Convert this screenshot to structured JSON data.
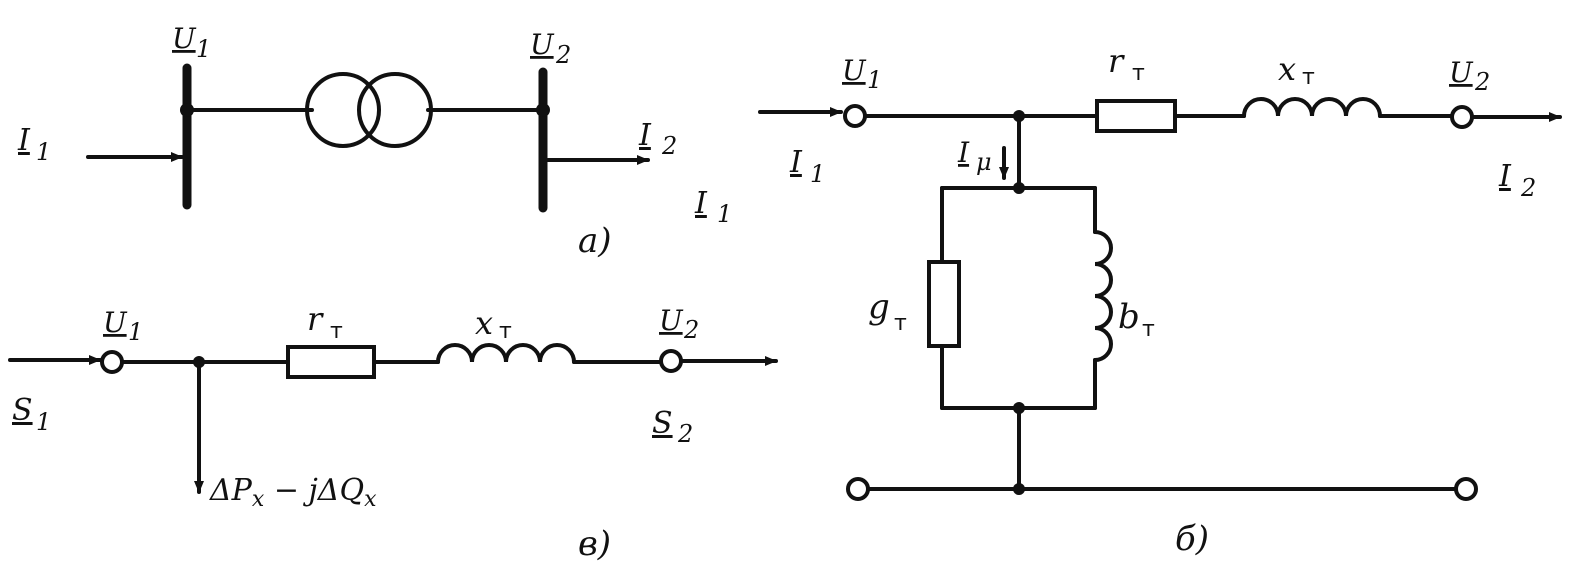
{
  "diagram_a": {
    "U1": "U",
    "U1_sub": "1",
    "U2": "U",
    "U2_sub": "2",
    "I1_left": "I",
    "I1_left_sub": "1",
    "I2": "I",
    "I2_sub": "2",
    "I1_right": "I",
    "I1_right_sub": "1",
    "caption": "a)"
  },
  "diagram_b": {
    "U1": "U",
    "U1_sub": "1",
    "U2": "U",
    "U2_sub": "2",
    "I1": "I",
    "I1_sub": "1",
    "I2": "I",
    "I2_sub": "2",
    "Imu": "I",
    "Imu_sub": "μ",
    "rT": "r",
    "rT_sub": "т",
    "xT": "x",
    "xT_sub": "т",
    "gT": "g",
    "gT_sub": "т",
    "bT": "b",
    "bT_sub": "т",
    "caption": "б)"
  },
  "diagram_v": {
    "U1": "U",
    "U1_sub": "1",
    "U2": "U",
    "U2_sub": "2",
    "S1": "S",
    "S1_sub": "1",
    "S2": "S",
    "S2_sub": "2",
    "rT": "r",
    "rT_sub": "т",
    "xT": "x",
    "xT_sub": "т",
    "loss": "ΔP",
    "loss_sub1": "x",
    "loss_mid": " − jΔQ",
    "loss_sub2": "x",
    "caption": "в)"
  }
}
